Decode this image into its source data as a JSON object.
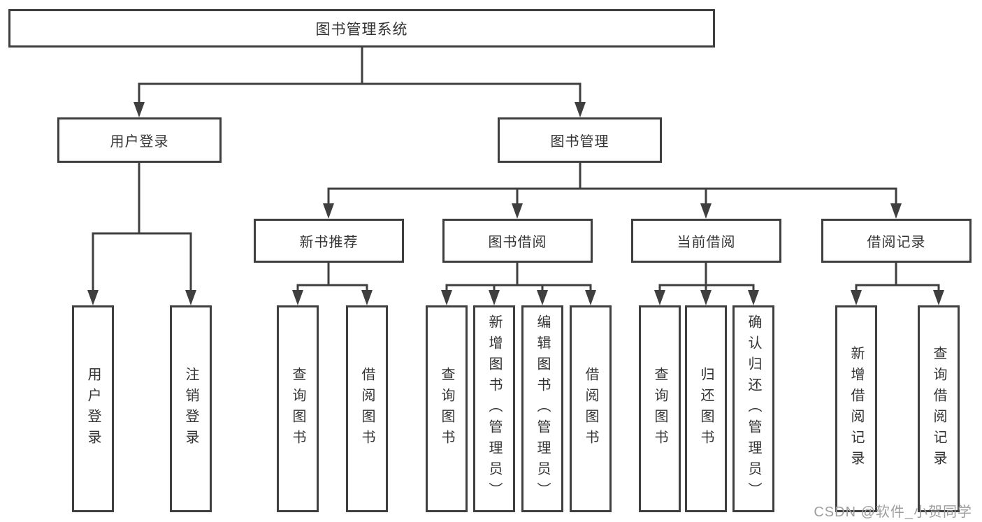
{
  "diagram": {
    "title": "图书管理系统",
    "tree": {
      "label": "图书管理系统",
      "children": [
        {
          "label": "用户登录",
          "children": [
            {
              "label": "用户登录"
            },
            {
              "label": "注销登录"
            }
          ]
        },
        {
          "label": "图书管理",
          "children": [
            {
              "label": "新书推荐",
              "children": [
                {
                  "label": "查询图书"
                },
                {
                  "label": "借阅图书"
                }
              ]
            },
            {
              "label": "图书借阅",
              "children": [
                {
                  "label": "查询图书"
                },
                {
                  "label": "新增图书（管理员）"
                },
                {
                  "label": "编辑图书（管理员）"
                },
                {
                  "label": "借阅图书"
                }
              ]
            },
            {
              "label": "当前借阅",
              "children": [
                {
                  "label": "查询图书"
                },
                {
                  "label": "归还图书"
                },
                {
                  "label": "确认归还（管理员）"
                }
              ]
            },
            {
              "label": "借阅记录",
              "children": [
                {
                  "label": "新增借阅记录"
                },
                {
                  "label": "查询借阅记录"
                }
              ]
            }
          ]
        }
      ]
    },
    "watermark": "CSDN @软件_小贺同学",
    "colors": {
      "line": "#3f3f3f",
      "box_border": "#3f3f3f",
      "text": "#333333",
      "background": "#ffffff",
      "watermark": "#9e9e9e"
    }
  }
}
